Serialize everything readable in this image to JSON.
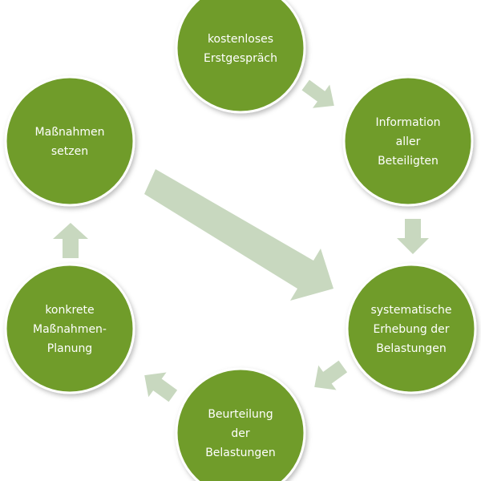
{
  "colors": {
    "circle_fill": "#6f9c2c",
    "circle_stroke": "#ffffff",
    "arrow_fill": "#c8d8bf",
    "text": "#ffffff",
    "background": "#ffffff"
  },
  "nodes": [
    {
      "id": "erstgespraech",
      "lines": [
        "kostenloses",
        "Erstgespräch"
      ]
    },
    {
      "id": "information",
      "lines": [
        "Information",
        "aller",
        "Beteiligten"
      ]
    },
    {
      "id": "erhebung",
      "lines": [
        "systematische",
        "Erhebung der",
        "Belastungen"
      ]
    },
    {
      "id": "beurteilung",
      "lines": [
        "Beurteilung",
        "der",
        "Belastungen"
      ]
    },
    {
      "id": "planung",
      "lines": [
        "konkrete",
        "Maßnahmen-",
        "Planung"
      ]
    },
    {
      "id": "massnahmen",
      "lines": [
        "Maßnahmen",
        "setzen"
      ]
    }
  ]
}
